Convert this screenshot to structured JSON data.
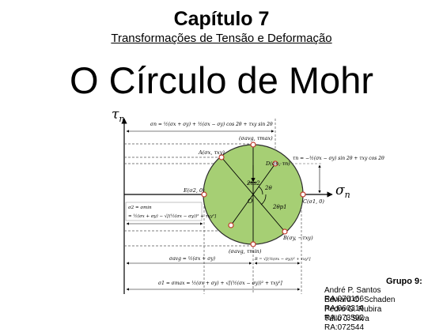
{
  "header": {
    "chapter": "Capítulo 7",
    "subtitle": "Transformações de Tensão e Deformação",
    "title": "O Círculo de Mohr"
  },
  "diagram": {
    "axis_tau": "τ",
    "axis_tau_sub": "n",
    "axis_sigma": "σ",
    "axis_sigma_sub": "n",
    "eq_sigma_n": "σn = ½(σx + σy) + ½(σx − σy) cos 2θ + τxy sin 2θ",
    "eq_tau_n": "τn = −½(σx − σy) sin 2θ + τxy cos 2θ",
    "label_A": "A(σx, τxy)",
    "label_D": "D(σn, τn)",
    "label_E": "E(σ2, 0)",
    "label_C": "C(σ1, 0)",
    "label_B": "B(σy, −τxy)",
    "label_O": "O",
    "label_top": "(σavg, τmax)",
    "label_bottom": "(σavg, τmin)",
    "angle_2theta_s2": "2θs2",
    "angle_2theta": "2θ",
    "angle_2theta_p1": "2θp1",
    "eq_sigma_min_1": "σ2 = σmin",
    "eq_sigma_min_2": "= ½(σx + σy) − √[(½(σx − σy))² + τxy²]",
    "eq_avg": "σavg = ½(σx + σy)",
    "eq_R": "R = √[(½(σx − σy))² + τxy²]",
    "eq_sigma_max": "σ1 = σmax = ½(σx + σy) + √[(½(σx − σy))² + τxy²]",
    "circle_color": "#a6cf74"
  },
  "group": {
    "title": "Grupo 9:",
    "members": [
      {
        "name": "André P. Santos",
        "ra": "RA:070166"
      },
      {
        "name": "Edward O. Schaden",
        "ra": "RA:060316"
      },
      {
        "name": "Pedro G. Rubira",
        "ra": "RA:073592"
      },
      {
        "name": "Túlio J. Silva",
        "ra": "RA:072544"
      }
    ]
  }
}
